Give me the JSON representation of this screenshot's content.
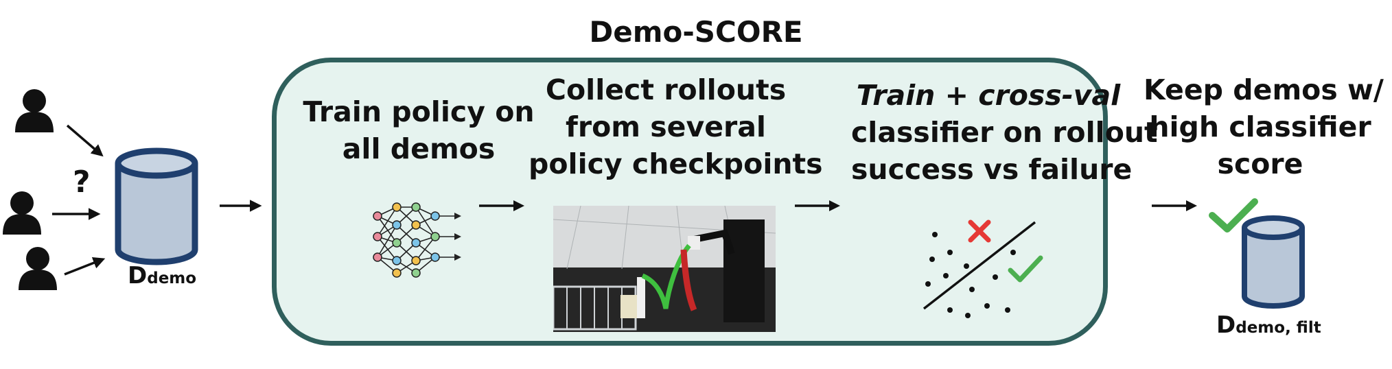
{
  "title": "Demo-SCORE",
  "question_mark": "?",
  "dataset_label": {
    "main": "D",
    "sub": "demo"
  },
  "filtered_label": {
    "main": "D",
    "sub": "demo, filt"
  },
  "steps": [
    {
      "lines": [
        "Train policy on",
        "all demos"
      ]
    },
    {
      "lines": [
        "Collect rollouts",
        "from several",
        "policy checkpoints"
      ]
    },
    {
      "lines_italic": "Train + cross-val",
      "lines": [
        "classifier on rollout",
        "success vs failure"
      ]
    },
    {
      "lines": [
        "Keep demos w/",
        "high classifier",
        "score"
      ]
    }
  ],
  "colors": {
    "panel_border": "#2f5f5c",
    "panel_fill": "#e6f3ef",
    "db_fill": "#b9c7d8",
    "db_stroke": "#1f3f6e",
    "check": "#4caf50",
    "cross": "#e53935"
  },
  "icons": [
    "person-icon",
    "database-icon",
    "neural-network-icon",
    "robot-photo",
    "classifier-icon",
    "checkmark-icon",
    "cross-icon",
    "arrow-icon"
  ]
}
